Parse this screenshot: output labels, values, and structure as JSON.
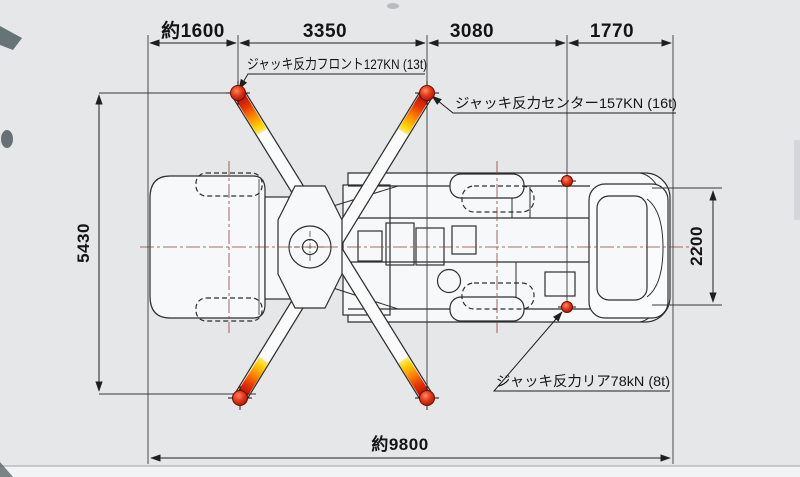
{
  "dimensions": {
    "top": [
      {
        "label": "約1600"
      },
      {
        "label": "3350"
      },
      {
        "label": "3080"
      },
      {
        "label": "1770"
      }
    ],
    "left": {
      "label": "5430"
    },
    "right": {
      "label": "2200"
    },
    "bottom": {
      "label": "約9800"
    }
  },
  "jack_reaction_labels": {
    "front": {
      "label": "ジャッキ反力フロント127KN (13t)"
    },
    "center": {
      "label": "ジャッキ反力センター157KN (16t)"
    },
    "rear": {
      "label": "ジャッキ反力リア78kN (8t)"
    }
  },
  "colors": {
    "background": "#e6e7e9",
    "line": "#2e2e2e",
    "dimension_line": "#222222",
    "jack_pad_red": "#cc2211",
    "beam_tip_red": "#c01000",
    "beam_tip_orange": "#ff7a00",
    "beam_tip_yellow": "#ffd400"
  }
}
